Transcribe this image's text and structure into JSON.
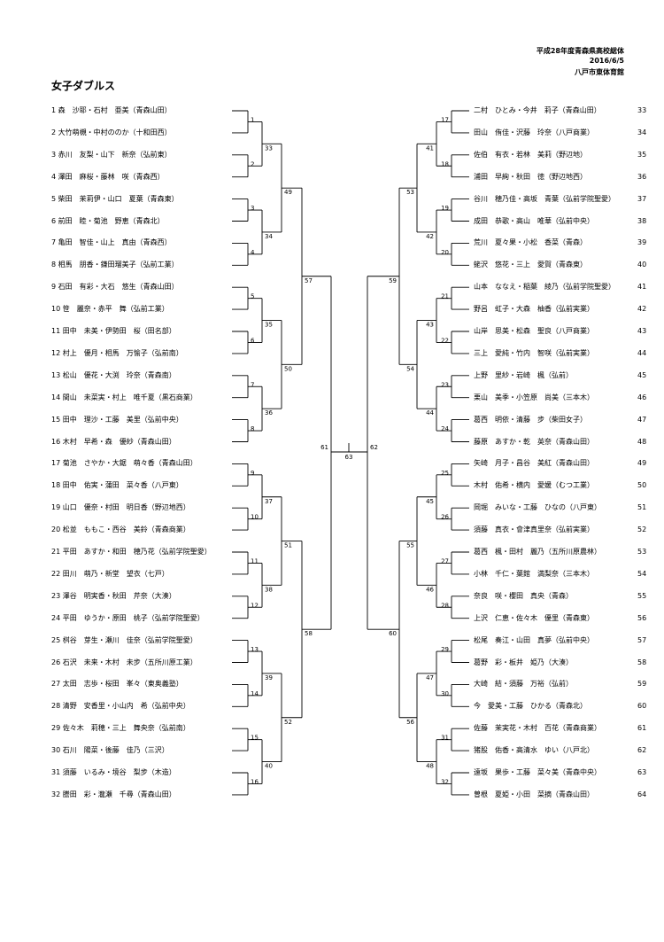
{
  "header": {
    "tournament": "平成28年度青森県高校総体",
    "date": "2016/6/5",
    "venue": "八戸市東体育館"
  },
  "event_title": "女子ダブルス",
  "left_entries": [
    "1 森　沙耶・石村　亜美（青森山田）",
    "2 大竹萌槻・中村ののか（十和田西）",
    "3 赤川　友梨・山下　新奈（弘前東）",
    "4 澤田　麻桜・藤林　咲（青森西）",
    "5 柴田　茉莉伊・山口　夏葉（青森東）",
    "6 前田　睦・菊池　野恵（青森北）",
    "7 亀田　智佳・山上　真由（青森西）",
    "8 相馬　朋香・鎌田瑠美子（弘前工業）",
    "9 石田　有彩・大石　悠生（青森山田）",
    "10 笹　麗奈・赤平　舞（弘前工業）",
    "11 田中　未美・伊勢田　桜（田名部）",
    "12 村上　優月・相馬　万愉子（弘前南）",
    "13 松山　優花・大渕　玲奈（青森南）",
    "14 間山　未菜実・村上　唯千夏（黒石商業）",
    "15 田中　理沙・工藤　美里（弘前中央）",
    "16 木村　早希・森　優紗（青森山田）",
    "17 菊池　さやか・大鋸　萌々香（青森山田）",
    "18 田中　佑実・蒲田　菜々香（八戸東）",
    "19 山口　優奈・村田　明日香（野辺地西）",
    "20 松並　ももこ・西谷　美鈴（青森商業）",
    "21 平田　あすか・和田　穂乃花（弘前学院聖愛）",
    "22 田川　萌乃・新堂　望衣（七戸）",
    "23 澤谷　明実香・秋田　芹奈（大湊）",
    "24 平田　ゆうか・原田　桃子（弘前学院聖愛）",
    "25 桝谷　芽生・瀬川　佳奈（弘前学院聖愛）",
    "26 石沢　未来・木村　未步（五所川原工業）",
    "27 太田　志歩・桜田　峯々（東奥義塾）",
    "28 清野　安香里・小山内　希（弘前中央）",
    "29 佐々木　莉穂・三上　舞央奈（弘前南）",
    "30 石川　陽菜・後藤　佳乃（三沢）",
    "31 須藤　いるみ・境谷　梨步（木造）",
    "32 謄田　彩・瀧瀬　千尋（青森山田）"
  ],
  "right_entries": [
    "二村　ひとみ・今井　莉子（青森山田）",
    "田山　侑佳・沢藤　玲奈（八戸商業）",
    "佐伯　有衣・若林　美莉（野辺地）",
    "浦田　早絢・秋田　徳（野辺地西）",
    "谷川　穂乃佳・高坂　青葉（弘前学院聖愛）",
    "成田　恭歌・高山　唯華（弘前中央）",
    "荒川　夏々果・小松　香菜（青森）",
    "蛯沢　悠花・三上　愛賀（青森東）",
    "山本　ななえ・稲葉　綾乃（弘前学院聖愛）",
    "野呂　虹子・大森　柚香（弘前実業）",
    "山岸　思美・松森　聖良（八戸商業）",
    "三上　愛純・竹内　智咲（弘前実業）",
    "上野　里紗・岩崎　楓（弘前）",
    "栗山　美季・小笠原　尚美（三本木）",
    "葛西　明依・清藤　步（柴田女子）",
    "藤原　あすか・乾　英奈（青森山田）",
    "矢崎　月子・昌谷　美紅（青森山田）",
    "木村　佑希・横内　愛媛（むつ工業）",
    "岡堀　みいな・工藤　ひなの（八戸東）",
    "須藤　真衣・會津真里奈（弘前実業）",
    "葛西　楓・田村　麗乃（五所川原農林）",
    "小林　千仁・葉館　満梨奈（三本木）",
    "奈良　咲・櫻田　真央（青森）",
    "上沢　仁恵・佐々木　優里（青森東）",
    "松尾　奏江・山田　真夢（弘前中央）",
    "葛野　彩・板井　姫乃（大湊）",
    "大崎　結・須藤　万裕（弘前）",
    "今　愛美・工藤　ひかる（青森北）",
    "佐藤　茉実花・木村　百花（青森商業）",
    "猪股　佑香・高清水　ゆい（八戸北）",
    "遠坂　果歩・工藤　菜々美（青森中央）",
    "曽根　夏姫・小田　菜摘（青森山田）"
  ],
  "right_seed_numbers": [
    "33",
    "34",
    "35",
    "36",
    "37",
    "38",
    "39",
    "40",
    "41",
    "42",
    "43",
    "44",
    "45",
    "46",
    "47",
    "48",
    "49",
    "50",
    "51",
    "52",
    "53",
    "54",
    "55",
    "56",
    "57",
    "58",
    "59",
    "60",
    "61",
    "62",
    "63",
    "64"
  ],
  "match_labels": {
    "left_r1": [
      "1",
      "2",
      "3",
      "4",
      "5",
      "6",
      "7",
      "8",
      "9",
      "10",
      "11",
      "12",
      "13",
      "14",
      "15",
      "16"
    ],
    "left_r2": [
      "33",
      "34",
      "35",
      "36",
      "37",
      "38",
      "39",
      "40"
    ],
    "left_r3": [
      "49",
      "50",
      "51",
      "52"
    ],
    "left_r4": [
      "57",
      "58"
    ],
    "left_r5": [
      "61"
    ],
    "right_r1": [
      "17",
      "18",
      "19",
      "20",
      "21",
      "22",
      "23",
      "24",
      "25",
      "26",
      "27",
      "28",
      "29",
      "30",
      "31",
      "32"
    ],
    "right_r2": [
      "41",
      "42",
      "43",
      "44",
      "45",
      "46",
      "47",
      "48"
    ],
    "right_r3": [
      "53",
      "54",
      "55",
      "56"
    ],
    "right_r4": [
      "59",
      "60"
    ],
    "right_r5": [
      "62"
    ],
    "final": "63"
  }
}
